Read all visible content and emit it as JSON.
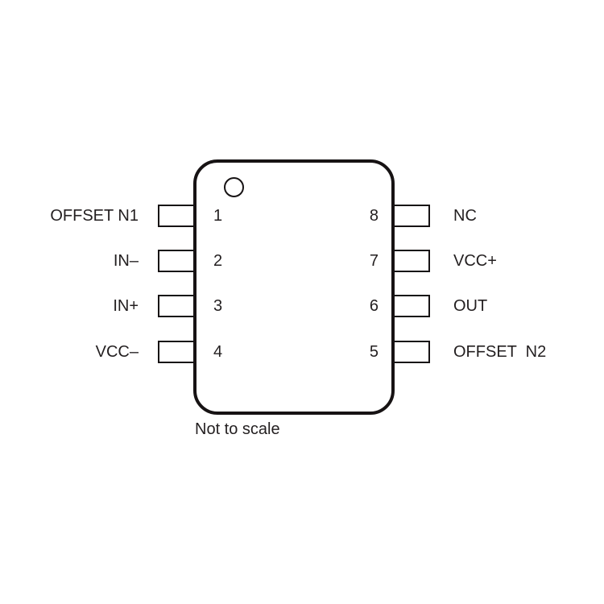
{
  "diagram": {
    "type": "ic-pinout",
    "package_pin_count": 8,
    "caption": "Not to scale",
    "colors": {
      "line": "#171314",
      "text": "#231f20",
      "background": "#ffffff"
    },
    "pins": {
      "left": [
        {
          "number": "1",
          "label": "OFFSET N1"
        },
        {
          "number": "2",
          "label": "IN–"
        },
        {
          "number": "3",
          "label": "IN+"
        },
        {
          "number": "4",
          "label": "VCC–"
        }
      ],
      "right": [
        {
          "number": "8",
          "label": "NC"
        },
        {
          "number": "7",
          "label": "VCC+"
        },
        {
          "number": "6",
          "label": "OUT"
        },
        {
          "number": "5",
          "label": "OFFSET  N2"
        }
      ]
    }
  }
}
